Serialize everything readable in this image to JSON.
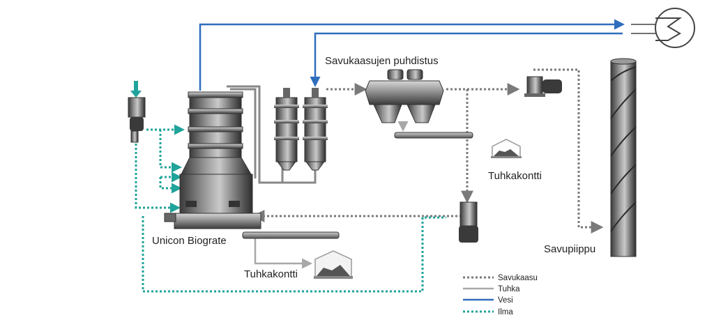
{
  "labels": {
    "flue_gas_cleaning": "Savukaasujen puhdistus",
    "ash_container_top": "Tuhkakontti",
    "ash_container_bottom": "Tuhkakontti",
    "chimney": "Savupiippu",
    "boiler": "Unicon Biograte"
  },
  "legend": [
    {
      "key": "flue_gas",
      "label": "Savukaasu"
    },
    {
      "key": "ash",
      "label": "Tuhka"
    },
    {
      "key": "water",
      "label": "Vesi"
    },
    {
      "key": "air",
      "label": "Ilma"
    }
  ],
  "colors": {
    "flue_gas": "#7a7a7a",
    "ash": "#a8a8a8",
    "water": "#2f6dbd",
    "air": "#1fa39a",
    "equipment_dark": "#4a4a4a",
    "equipment_mid": "#8c8c8c",
    "equipment_light": "#cfcfcf"
  }
}
